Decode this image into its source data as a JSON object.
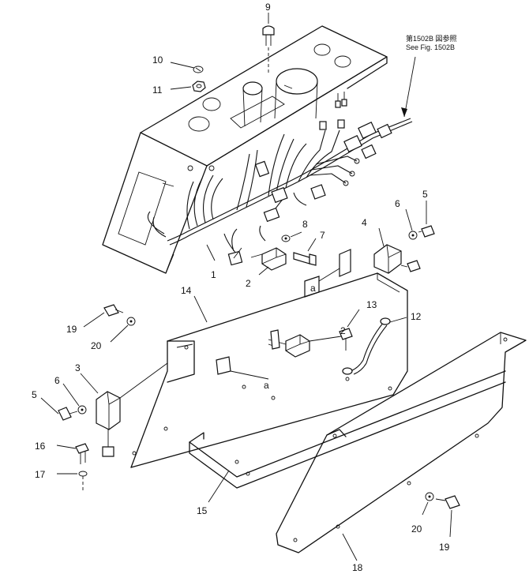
{
  "reference_note": {
    "line1": "第1502B 図参照",
    "line2": "See Fig. 1502B"
  },
  "connector_marker": "a",
  "parts": [
    {
      "id": "part-1",
      "label": "1"
    },
    {
      "id": "part-2a",
      "label": "2"
    },
    {
      "id": "part-2b",
      "label": "2"
    },
    {
      "id": "part-3",
      "label": "3"
    },
    {
      "id": "part-4",
      "label": "4"
    },
    {
      "id": "part-5a",
      "label": "5"
    },
    {
      "id": "part-5b",
      "label": "5"
    },
    {
      "id": "part-6a",
      "label": "6"
    },
    {
      "id": "part-6b",
      "label": "6"
    },
    {
      "id": "part-7",
      "label": "7"
    },
    {
      "id": "part-8",
      "label": "8"
    },
    {
      "id": "part-9",
      "label": "9"
    },
    {
      "id": "part-10",
      "label": "10"
    },
    {
      "id": "part-11",
      "label": "11"
    },
    {
      "id": "part-12",
      "label": "12"
    },
    {
      "id": "part-13",
      "label": "13"
    },
    {
      "id": "part-14",
      "label": "14"
    },
    {
      "id": "part-15",
      "label": "15"
    },
    {
      "id": "part-16",
      "label": "16"
    },
    {
      "id": "part-17",
      "label": "17"
    },
    {
      "id": "part-18",
      "label": "18"
    },
    {
      "id": "part-19a",
      "label": "19"
    },
    {
      "id": "part-19b",
      "label": "19"
    },
    {
      "id": "part-20a",
      "label": "20"
    },
    {
      "id": "part-20b",
      "label": "20"
    }
  ]
}
